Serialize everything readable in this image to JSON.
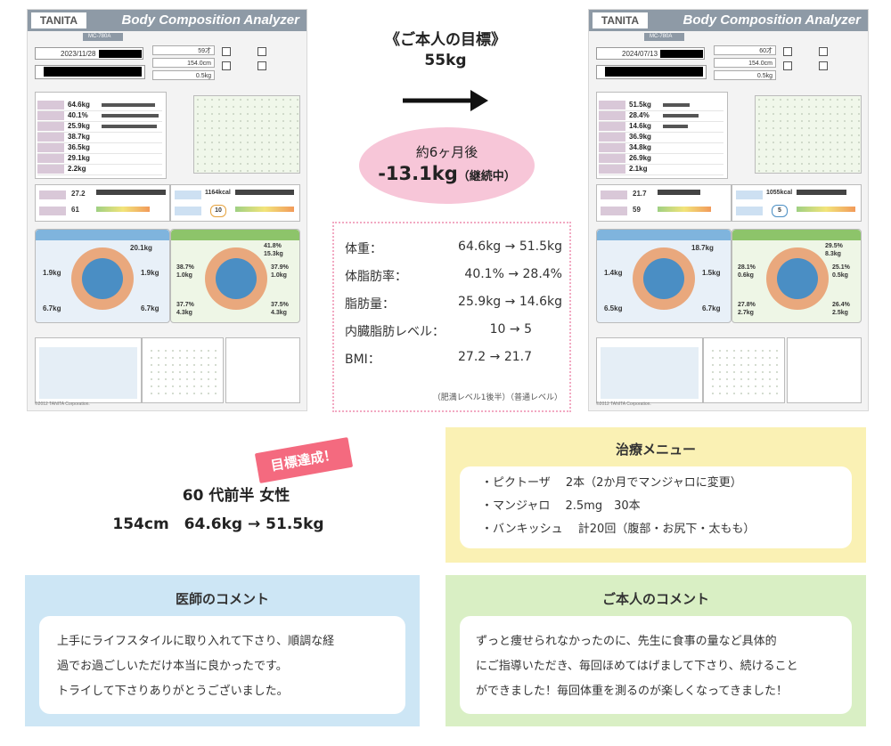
{
  "report_left": {
    "brand": "TANITA",
    "title": "Body Composition Analyzer",
    "model": "MC-780A",
    "date": "2023/11/28",
    "age": "59才",
    "height": "154.0cm",
    "clothes": "0.5kg",
    "values": [
      "64.6kg",
      "40.1%",
      "25.9kg",
      "38.7kg",
      "36.5kg",
      "29.1kg",
      "2.2kg"
    ],
    "bmi": "27.2",
    "bmr": "1164kcal",
    "visceral": "10",
    "athlete": "61",
    "seg_fat": [
      "41.8%",
      "15.3kg",
      "38.7%",
      "1.0kg",
      "37.9%",
      "1.0kg",
      "37.7%",
      "4.3kg",
      "37.5%",
      "4.3kg"
    ],
    "seg_muscle": [
      "20.1kg",
      "1.9kg",
      "1.9kg",
      "6.7kg",
      "6.7kg"
    ],
    "footer": "©2012 TANITA Corporation."
  },
  "report_right": {
    "brand": "TANITA",
    "title": "Body Composition Analyzer",
    "model": "MC-780A",
    "date": "2024/07/13",
    "age": "60才",
    "height": "154.0cm",
    "clothes": "0.5kg",
    "values": [
      "51.5kg",
      "28.4%",
      "14.6kg",
      "36.9kg",
      "34.8kg",
      "26.9kg",
      "2.1kg"
    ],
    "bmi": "21.7",
    "bmr": "1055kcal",
    "visceral": "5",
    "athlete": "59",
    "seg_fat": [
      "29.5%",
      "8.3kg",
      "28.1%",
      "0.6kg",
      "25.1%",
      "0.5kg",
      "27.8%",
      "2.7kg",
      "26.4%",
      "2.5kg"
    ],
    "seg_muscle": [
      "18.7kg",
      "1.4kg",
      "1.5kg",
      "6.5kg",
      "6.7kg"
    ],
    "footer": "©2012 TANITA Corporation."
  },
  "goal": {
    "title": "《ご本人の目標》",
    "value": "55kg"
  },
  "result": {
    "period": "約6ヶ月後",
    "loss": "-13.1kg",
    "note": "（継続中）"
  },
  "comparison": {
    "rows": [
      {
        "label": "体重：",
        "value": "64.6kg → 51.5kg"
      },
      {
        "label": "体脂肪率：",
        "value": "40.1% → 28.4%"
      },
      {
        "label": "脂肪量：",
        "value": "25.9kg → 14.6kg"
      },
      {
        "label": "内臓脂肪レベル：",
        "value": "10 → 5"
      },
      {
        "label": "BMI：",
        "value": "27.2 → 21.7"
      }
    ],
    "bmi_note": "（肥満レベル1後半）（普通レベル）"
  },
  "patient": {
    "badge": "目標達成！",
    "profile": "60 代前半 女性",
    "stats": "154cm　64.6kg → 51.5kg"
  },
  "treatment": {
    "title": "治療メニュー",
    "items": [
      "・ピクトーザ　 2本（2か月でマンジャロに変更）",
      "・マンジャロ　 2.5mg　30本",
      "・バンキッシュ　 計20回（腹部・お尻下・太もも）"
    ]
  },
  "doctor_comment": {
    "title": "医師のコメント",
    "lines": [
      "上手にライフスタイルに取り入れて下さり、順調な経",
      "過でお過ごしいただけ本当に良かったです。",
      "トライして下さりありがとうございました。"
    ]
  },
  "patient_comment": {
    "title": "ご本人のコメント",
    "lines": [
      "ずっと痩せられなかったのに、先生に食事の量など具体的",
      "にご指導いただき、毎回ほめてはげまして下さり、続けること",
      "ができました！毎回体重を測るのが楽しくなってきました！"
    ]
  },
  "colors": {
    "pink_oval": "#f7c6d8",
    "badge": "#f46a7f",
    "treatment_bg": "#faf1b4",
    "doctor_bg": "#cde6f5",
    "patient_bg": "#d9efc4"
  }
}
